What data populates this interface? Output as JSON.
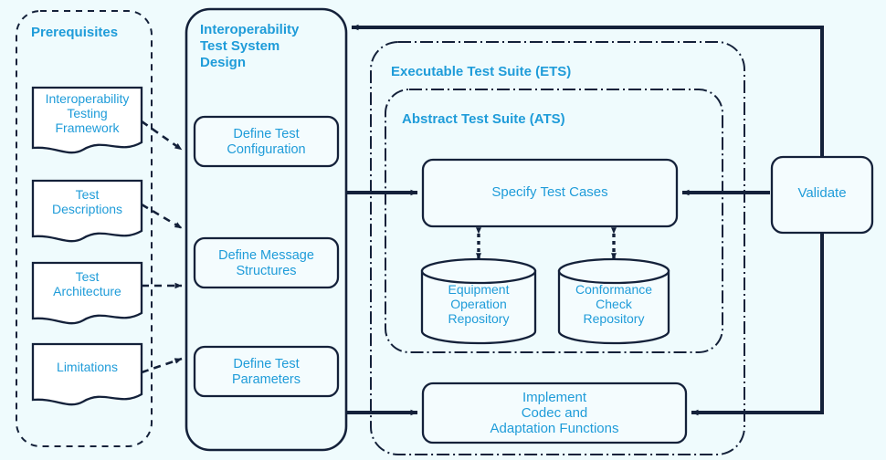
{
  "diagram": {
    "title_text_color": "#1f9cd9",
    "stroke_color": "#14213a",
    "background_color": "#effbfd",
    "groups": {
      "prerequisites": {
        "label": "Prerequisites"
      },
      "design": {
        "label": "Interoperability\nTest System\nDesign"
      },
      "ets": {
        "label": "Executable Test Suite (ETS)"
      },
      "ats": {
        "label": "Abstract Test Suite (ATS)"
      }
    },
    "prerequisite_documents": [
      {
        "label": "Interoperability\nTesting\nFramework"
      },
      {
        "label": "Test\nDescriptions"
      },
      {
        "label": "Test\nArchitecture"
      },
      {
        "label": "Limitations"
      }
    ],
    "design_steps": [
      {
        "label": "Define Test\nConfiguration"
      },
      {
        "label": "Define Message\nStructures"
      },
      {
        "label": "Define Test\nParameters"
      }
    ],
    "process_nodes": [
      {
        "label": "Specify Test Cases"
      },
      {
        "label": "Implement\nCodec and\nAdaptation Functions"
      },
      {
        "label": "Validate"
      }
    ],
    "repositories": [
      {
        "label": "Equipment\nOperation\nRepository"
      },
      {
        "label": "Conformance\nCheck\nRepository"
      }
    ]
  }
}
